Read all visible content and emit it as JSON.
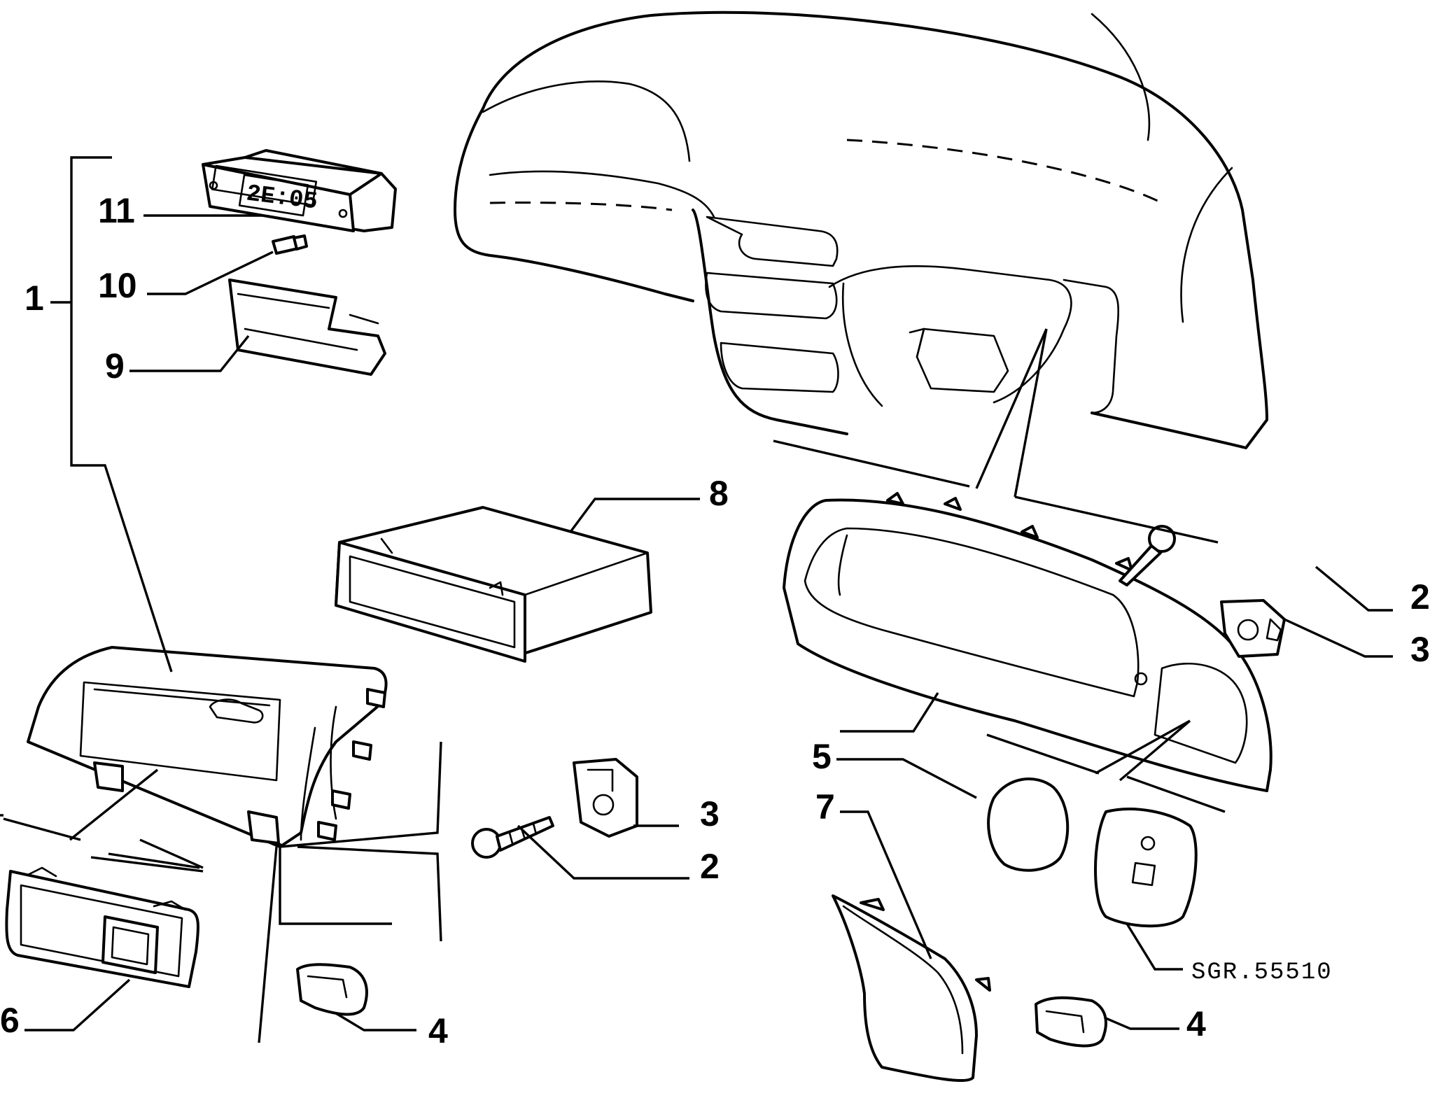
{
  "callouts": {
    "n1": "1",
    "n2a": "2",
    "n2b": "2",
    "n3a": "3",
    "n3b": "3",
    "n4a": "4",
    "n4b": "4",
    "n5": "5",
    "n6": "6",
    "n7": "7",
    "n8": "8",
    "n9": "9",
    "n10": "10",
    "n11": "11"
  },
  "clock_display": "2E:05",
  "drawing_code": "SGR.55510"
}
